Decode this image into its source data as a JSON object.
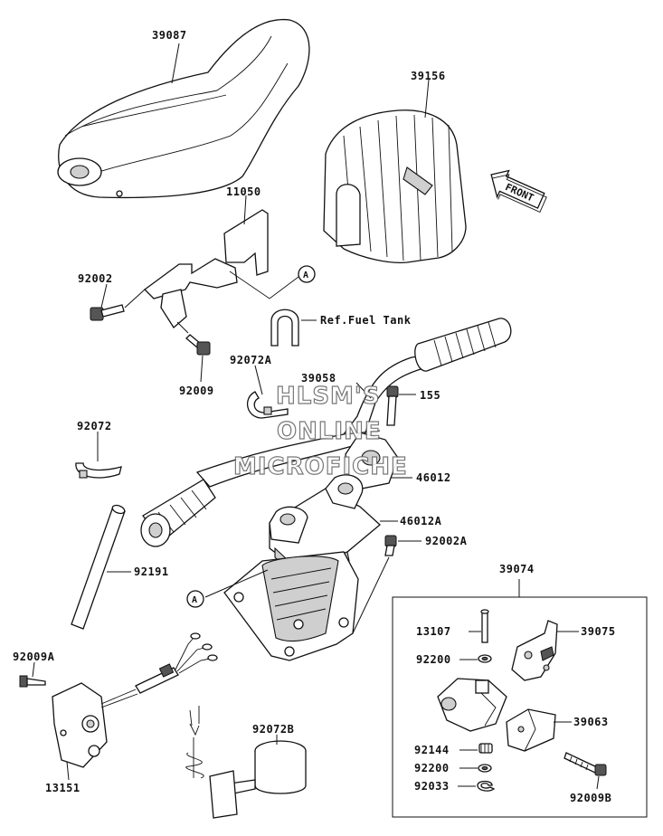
{
  "labels": {
    "p39087": "39087",
    "p39156": "39156",
    "p11050": "11050",
    "p92002": "92002",
    "p92009": "92009",
    "ref_fuel": "Ref.Fuel Tank",
    "p92072A": "92072A",
    "p39058": "39058",
    "p155": "155",
    "p92072": "92072",
    "p46012": "46012",
    "p46012A": "46012A",
    "p92002A": "92002A",
    "p92191": "92191",
    "p39074": "39074",
    "p13107": "13107",
    "p39075": "39075",
    "p92200a": "92200",
    "p92009A": "92009A",
    "p92072B": "92072B",
    "p39063": "39063",
    "p92144": "92144",
    "p92200b": "92200",
    "p92033": "92033",
    "p92009B": "92009B",
    "p13151": "13151",
    "callout_a1": "A",
    "callout_a2": "A",
    "front": "FRONT"
  },
  "watermark": [
    "HLSM'S",
    "ONLINE",
    "MICROFICHE"
  ]
}
